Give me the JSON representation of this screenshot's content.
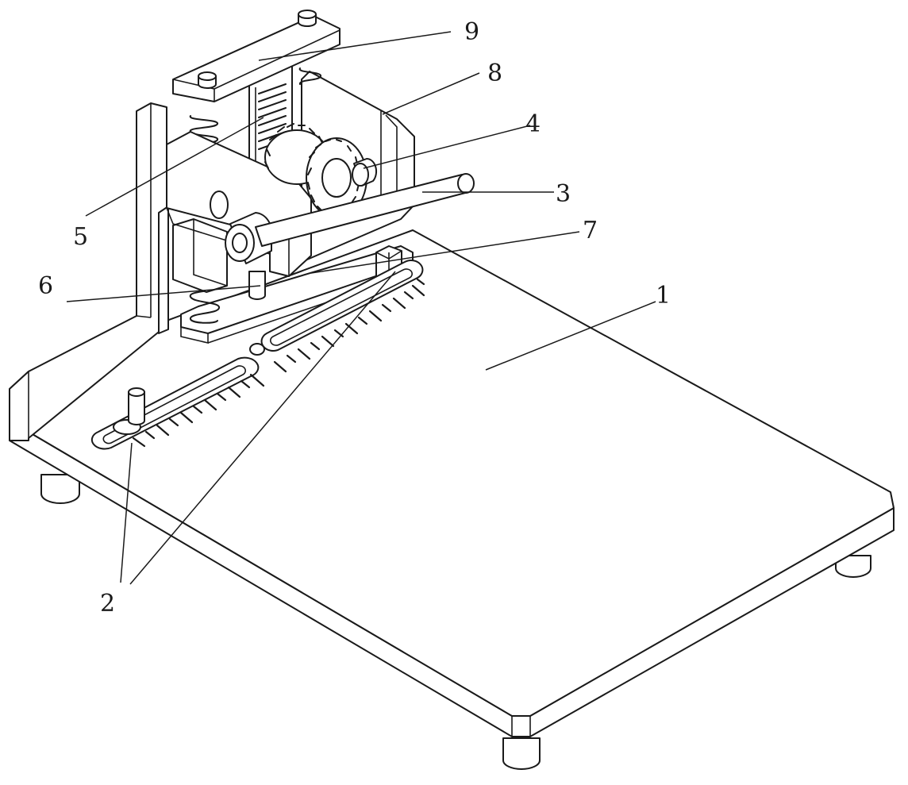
{
  "labels": {
    "part_1": "1",
    "part_2": "2",
    "part_3": "3",
    "part_4": "4",
    "part_5": "5",
    "part_6": "6",
    "part_7": "7",
    "part_8": "8",
    "part_9": "9"
  },
  "colors": {
    "line": "#1a1a1a",
    "background": "#ffffff"
  }
}
